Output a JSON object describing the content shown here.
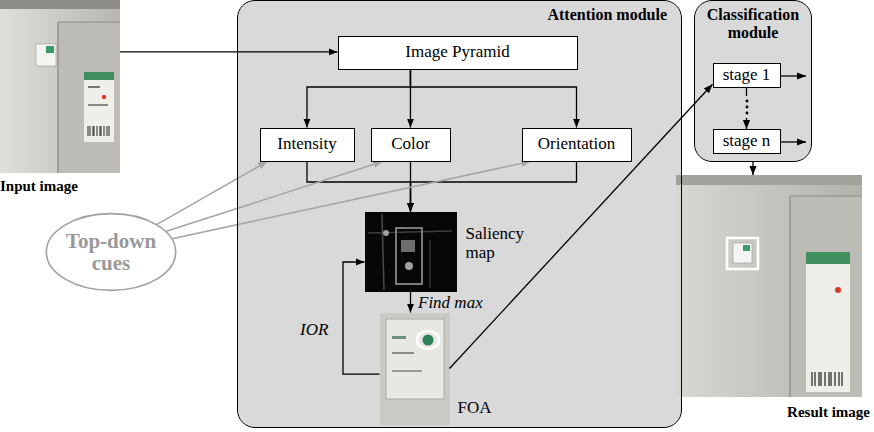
{
  "diagram": {
    "nodes": [
      {
        "text": [
          "Input image"
        ]
      },
      {
        "text": [
          "Attention module"
        ]
      },
      {
        "text": [
          "Image Pyramid"
        ],
        "in": 1
      },
      {
        "text": [
          "Intensity"
        ],
        "in": 1
      },
      {
        "text": [
          "Color"
        ],
        "in": 1
      },
      {
        "text": [
          "Orientation"
        ],
        "in": 1
      },
      {
        "text": [
          "Saliency map"
        ],
        "in": 1
      },
      {
        "text": [
          "FOA"
        ],
        "in": 1
      },
      {
        "text": [
          "Top-down cues"
        ]
      },
      {
        "text": [
          "Classification module"
        ]
      },
      {
        "text": [
          "stage 1"
        ],
        "in": 9
      },
      {
        "text": [
          "stage n"
        ],
        "in": 9
      },
      {
        "text": [
          "Result image"
        ]
      }
    ],
    "edges": [
      {
        "from": 0,
        "to": 2,
        "arrow": "to"
      },
      {
        "from": 2,
        "to": 3,
        "arrow": "to"
      },
      {
        "from": 2,
        "to": 4,
        "arrow": "to"
      },
      {
        "from": 2,
        "to": 5,
        "arrow": "to"
      },
      {
        "from": 3,
        "to": 6,
        "arrow": "to"
      },
      {
        "from": 4,
        "to": 6,
        "arrow": "to"
      },
      {
        "from": 5,
        "to": 6,
        "arrow": "to"
      },
      {
        "from": 6,
        "to": 7,
        "label": "Find max",
        "arrow": "to"
      },
      {
        "from": 7,
        "to": 6,
        "label": "IOR",
        "arrow": "to"
      },
      {
        "from": 8,
        "to": 3,
        "arrow": "to"
      },
      {
        "from": 8,
        "to": 4,
        "arrow": "to"
      },
      {
        "from": 8,
        "to": 5,
        "arrow": "to"
      },
      {
        "from": 7,
        "to": 10,
        "arrow": "to"
      },
      {
        "from": 10,
        "to": 11,
        "arrow": "to"
      },
      {
        "from": 9,
        "to": 12,
        "arrow": "to"
      }
    ]
  }
}
